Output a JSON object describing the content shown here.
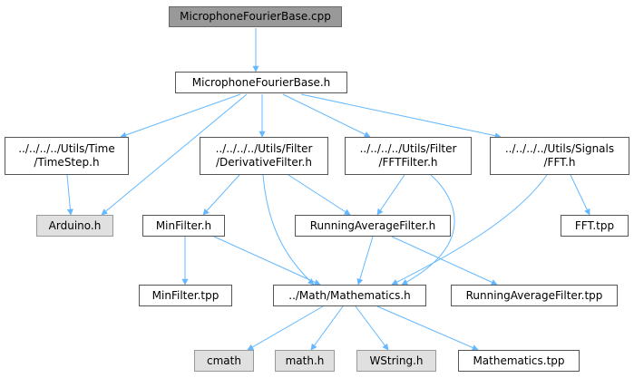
{
  "colors": {
    "edge": "#63b8ff",
    "node_border": "#555555",
    "root_fill": "#999999",
    "system_header_fill": "#e0e0e0"
  },
  "nodes": {
    "root": "MicrophoneFourierBase.cpp",
    "header": "MicrophoneFourierBase.h",
    "timestep": "../../../../Utils/Time\n/TimeStep.h",
    "derivative": "../../../../Utils/Filter\n/DerivativeFilter.h",
    "fftfilter": "../../../../Utils/Filter\n/FFTFilter.h",
    "fft": "../../../../Utils/Signals\n/FFT.h",
    "arduino": "Arduino.h",
    "minfilter": "MinFilter.h",
    "running": "RunningAverageFilter.h",
    "fft_tpp": "FFT.tpp",
    "minfilter_tpp": "MinFilter.tpp",
    "mathematics": "../Math/Mathematics.h",
    "running_tpp": "RunningAverageFilter.tpp",
    "cmath": "cmath",
    "math_h": "math.h",
    "wstring": "WString.h",
    "mathematics_tpp": "Mathematics.tpp"
  }
}
